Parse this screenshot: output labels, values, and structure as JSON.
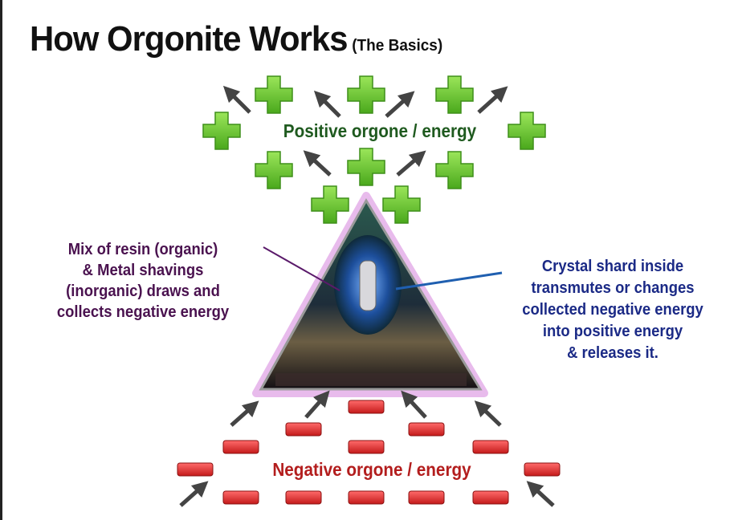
{
  "title": {
    "main": "How Orgonite Works",
    "sub": "(The Basics)"
  },
  "positive_label": "Positive orgone / energy",
  "negative_label": "Negative orgone / energy",
  "left_callout": [
    "Mix of resin (organic)",
    "& Metal shavings",
    "(inorganic) draws and",
    "collects negative energy"
  ],
  "right_callout": [
    "Crystal shard inside",
    "transmutes or changes",
    "collected negative energy",
    "into positive energy",
    "& releases it."
  ],
  "colors": {
    "plus": "#6cc52e",
    "minus": "#e03131",
    "arrow": "#444444",
    "pyramid_glow": "#d88ee0",
    "left_text": "#4a124f",
    "right_text": "#1b2a86"
  }
}
